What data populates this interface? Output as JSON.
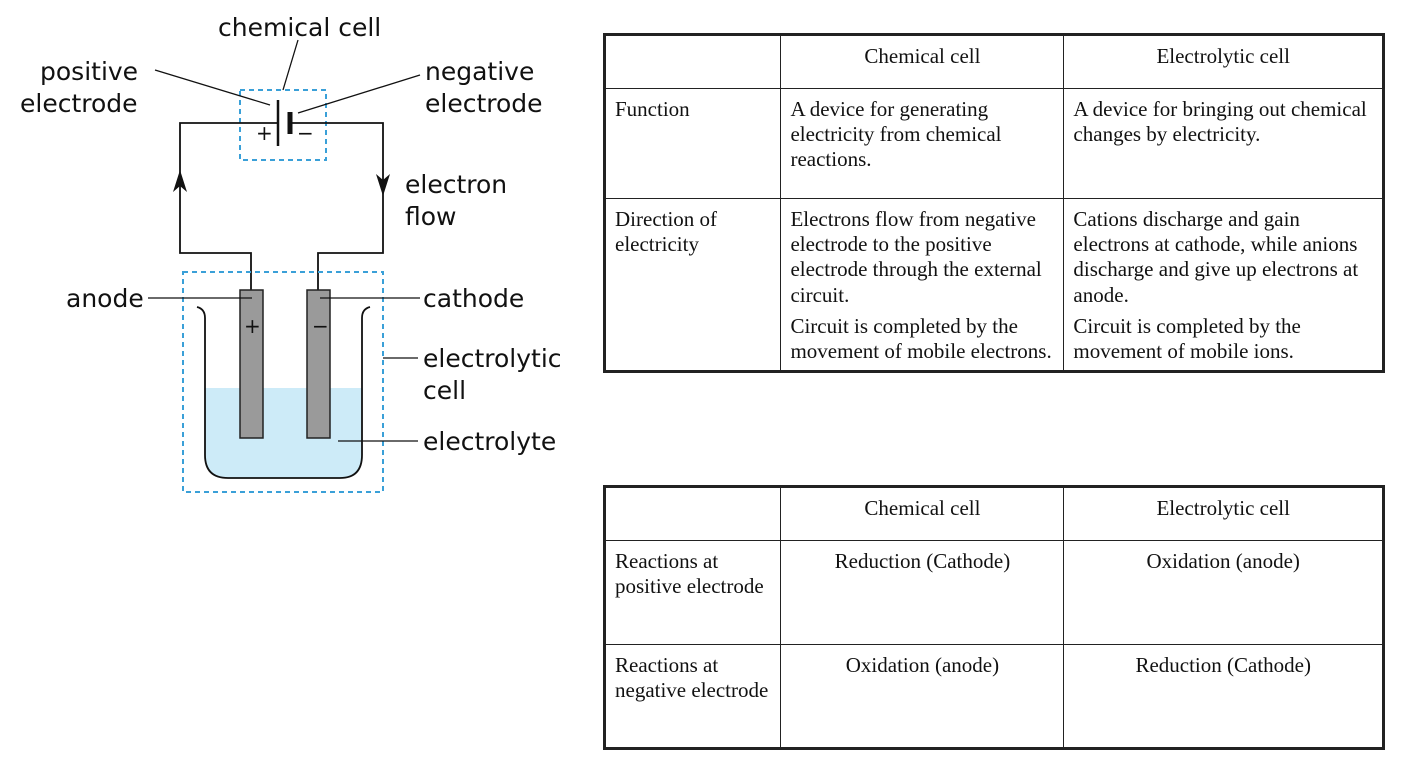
{
  "diagram": {
    "labels": {
      "chemical_cell": "chemical cell",
      "positive_electrode_1": "positive",
      "positive_electrode_2": "electrode",
      "negative_electrode_1": "negative",
      "negative_electrode_2": "electrode",
      "electron_flow_1": "electron",
      "electron_flow_2": "flow",
      "anode": "anode",
      "cathode": "cathode",
      "electrolytic_cell_1": "electrolytic",
      "electrolytic_cell_2": "cell",
      "electrolyte": "electrolyte"
    },
    "signs": {
      "battery_plus": "+",
      "battery_minus": "−",
      "anode_plus": "+",
      "cathode_minus": "−"
    },
    "colors": {
      "electrolyte": "#cdebf8",
      "electrode": "#9a9a9a",
      "dashed_box": "#3aa0d8"
    }
  },
  "table1": {
    "headers": [
      "",
      "Chemical cell",
      "Electrolytic cell"
    ],
    "rows": [
      {
        "label": "Function",
        "chemical": [
          "A device for generating electricity from chemical reactions."
        ],
        "electrolytic": [
          "A device for bringing out chemical changes by electricity."
        ]
      },
      {
        "label": "Direction of electricity",
        "chemical": [
          "Electrons flow from negative electrode to the positive electrode through the external circuit.",
          "Circuit is completed by the movement of mobile electrons."
        ],
        "electrolytic": [
          "Cations discharge and gain electrons at cathode, while anions discharge and give up electrons at anode.",
          "Circuit is completed by the movement of mobile ions."
        ]
      }
    ]
  },
  "table2": {
    "headers": [
      "",
      "Chemical cell",
      "Electrolytic cell"
    ],
    "rows": [
      {
        "label": "Reactions at positive electrode",
        "chemical": "Reduction (Cathode)",
        "electrolytic": "Oxidation (anode)"
      },
      {
        "label": "Reactions at negative electrode",
        "chemical": "Oxidation (anode)",
        "electrolytic": "Reduction (Cathode)"
      }
    ]
  }
}
